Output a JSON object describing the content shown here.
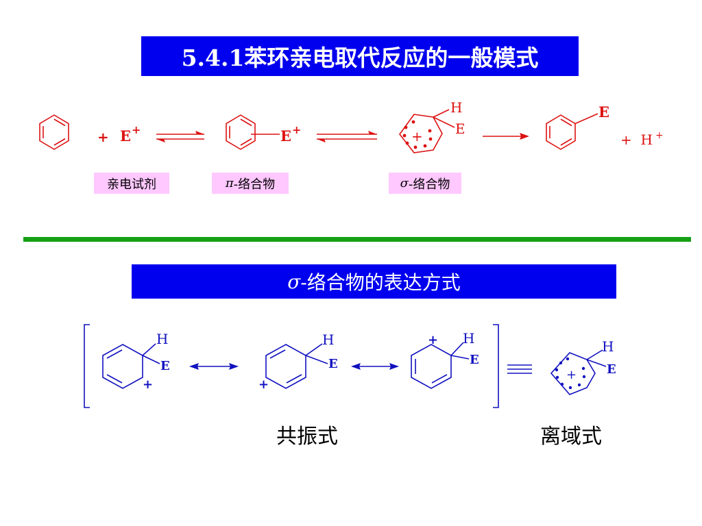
{
  "title": "5.4.1苯环亲电取代反应的一般模式",
  "reaction": {
    "plus": "+",
    "electrophile": "E",
    "cation_charge": "+",
    "pi_complex_E": "E",
    "sigma_H": "H",
    "sigma_E": "E",
    "product_E": "E",
    "proton": "+  H",
    "proton_charge": "+"
  },
  "labels": {
    "reagent": "亲电试剂",
    "pi_symbol": "π",
    "pi_text": "-络合物",
    "sigma_symbol": "σ",
    "sigma_text": "-络合物"
  },
  "section2": {
    "title_symbol": "σ",
    "title_text": "-络合物的表达方式"
  },
  "resonance": {
    "H": "H",
    "E": "E",
    "charge": "+"
  },
  "captions": {
    "resonance": "共振式",
    "delocalized": "离域式"
  },
  "colors": {
    "title_bg": "#0000ee",
    "label_bg": "#ffc8ff",
    "reaction_color": "#dd1111",
    "resonance_color": "#1010c0",
    "divider": "#14a014"
  }
}
